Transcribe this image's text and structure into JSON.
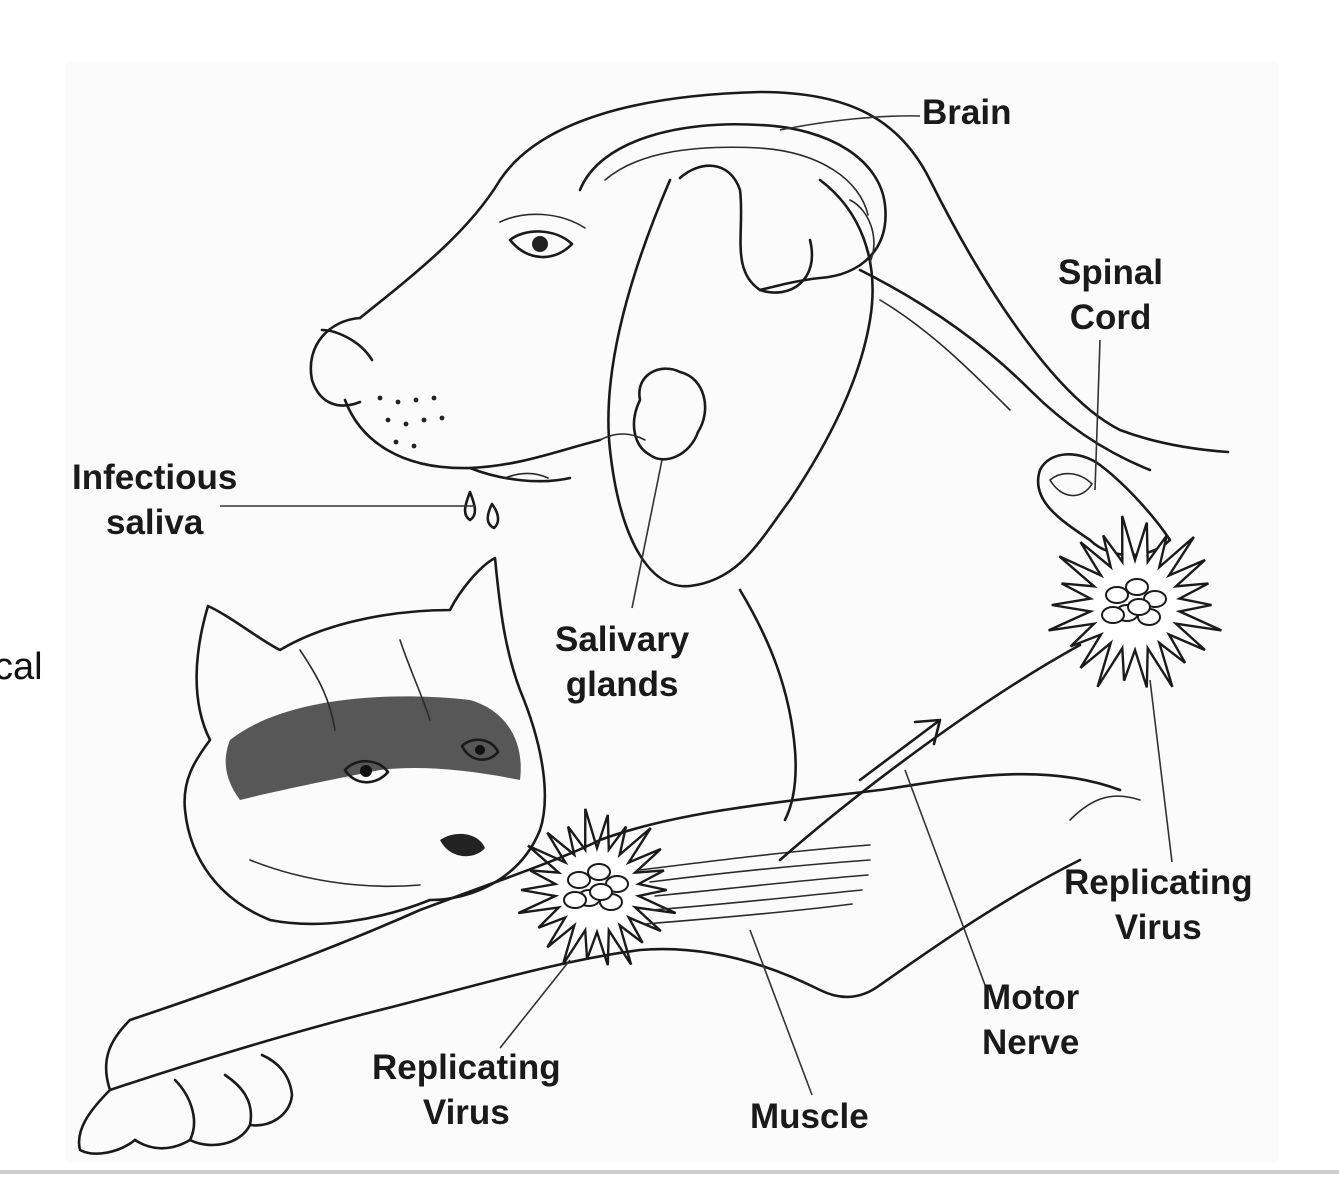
{
  "labels": {
    "brain": "Brain",
    "spinal_cord": [
      "Spinal",
      "Cord"
    ],
    "infectious_saliva": [
      "Infectious",
      "saliva"
    ],
    "salivary_glands": [
      "Salivary",
      "glands"
    ],
    "replicating_virus_right": [
      "Replicating",
      "Virus"
    ],
    "motor_nerve": [
      "Motor",
      "Nerve"
    ],
    "replicating_virus_bottom": [
      "Replicating",
      "Virus"
    ],
    "muscle": "Muscle"
  },
  "edge_text": "cal",
  "colors": {
    "ink": "#1a1a1a",
    "background": "#fbfbfb",
    "rule": "#cfcfcf"
  }
}
